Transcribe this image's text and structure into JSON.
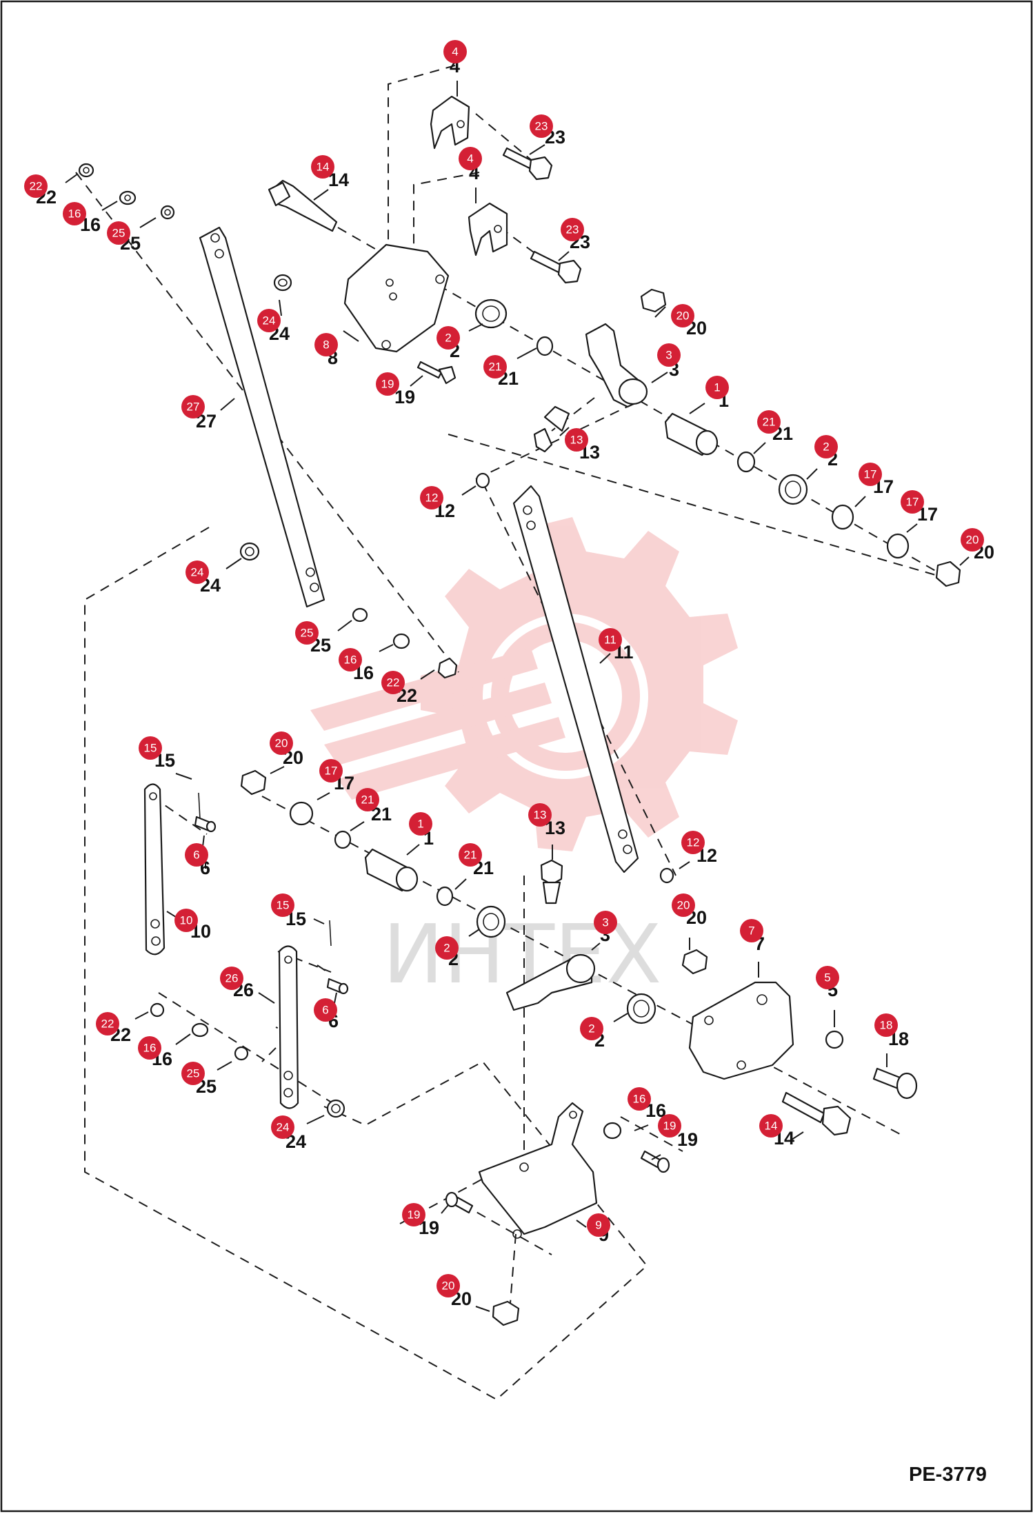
{
  "diagram": {
    "code": "PE-3779",
    "watermark": "ИНТЕХ",
    "colors": {
      "badge": "#d42035",
      "line": "#1a1a1a",
      "watermark_gear": "#f4b0b0"
    },
    "callouts": [
      {
        "n": "4"
      },
      {
        "n": "23"
      },
      {
        "n": "4"
      },
      {
        "n": "23"
      },
      {
        "n": "14"
      },
      {
        "n": "22"
      },
      {
        "n": "16"
      },
      {
        "n": "25"
      },
      {
        "n": "24"
      },
      {
        "n": "8"
      },
      {
        "n": "2"
      },
      {
        "n": "21"
      },
      {
        "n": "20"
      },
      {
        "n": "3"
      },
      {
        "n": "19"
      },
      {
        "n": "27"
      },
      {
        "n": "1"
      },
      {
        "n": "13"
      },
      {
        "n": "21"
      },
      {
        "n": "2"
      },
      {
        "n": "17"
      },
      {
        "n": "17"
      },
      {
        "n": "20"
      },
      {
        "n": "12"
      },
      {
        "n": "24"
      },
      {
        "n": "11"
      },
      {
        "n": "25"
      },
      {
        "n": "16"
      },
      {
        "n": "22"
      },
      {
        "n": "15"
      },
      {
        "n": "20"
      },
      {
        "n": "17"
      },
      {
        "n": "21"
      },
      {
        "n": "1"
      },
      {
        "n": "13"
      },
      {
        "n": "6"
      },
      {
        "n": "21"
      },
      {
        "n": "12"
      },
      {
        "n": "10"
      },
      {
        "n": "15"
      },
      {
        "n": "20"
      },
      {
        "n": "3"
      },
      {
        "n": "2"
      },
      {
        "n": "7"
      },
      {
        "n": "26"
      },
      {
        "n": "6"
      },
      {
        "n": "5"
      },
      {
        "n": "22"
      },
      {
        "n": "2"
      },
      {
        "n": "18"
      },
      {
        "n": "16"
      },
      {
        "n": "25"
      },
      {
        "n": "16"
      },
      {
        "n": "14"
      },
      {
        "n": "19"
      },
      {
        "n": "24"
      },
      {
        "n": "19"
      },
      {
        "n": "9"
      },
      {
        "n": "20"
      }
    ]
  }
}
